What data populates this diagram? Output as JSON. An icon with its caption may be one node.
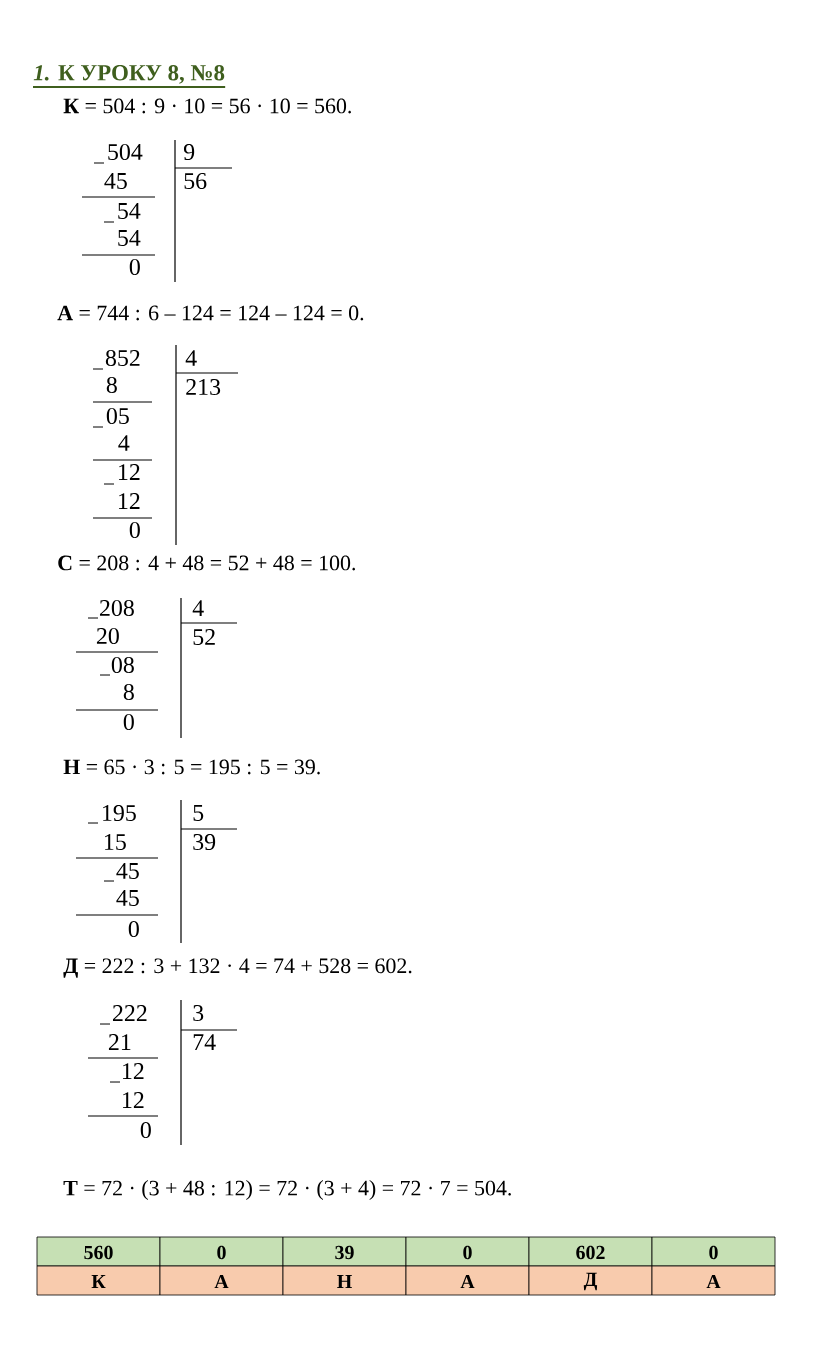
{
  "diagram": {
    "title": "*1.* К  УРОКУ 8, №8",
    "labels": [
      "**К** = 504 : 9 · 10 = 56 · 10 = 560.",
      "504",
      "9",
      "45",
      "56",
      "54",
      "54",
      "0",
      "**А** = 744 : 6 – 124 = 124 – 124 = 0.",
      "852",
      "4",
      "8",
      "213",
      "05",
      "4",
      "12",
      "12",
      "0",
      "**С** = 208 : 4 + 48 = 52 + 48 = 100.",
      "208",
      "4",
      "20",
      "52",
      "08",
      "8",
      "0",
      "**Н** = 65 · 3 : 5 = 195 : 5 = 39.",
      "195",
      "5",
      "15",
      "39",
      "45",
      "45",
      "0",
      "**Д** = 222 : 3 + 132 · 4 = 74 + 528 = 602.",
      "222",
      "3",
      "21",
      "74",
      "12",
      "12",
      "0",
      "**Т** = 72 · (3 + 48 : 12) = 72 · (3 + 4) = 72 · 7 = 504.",
      "560",
      "0",
      "39",
      "0",
      "602",
      "0",
      "К",
      "А",
      "Н",
      "А",
      "Д",
      "А"
    ]
  }
}
